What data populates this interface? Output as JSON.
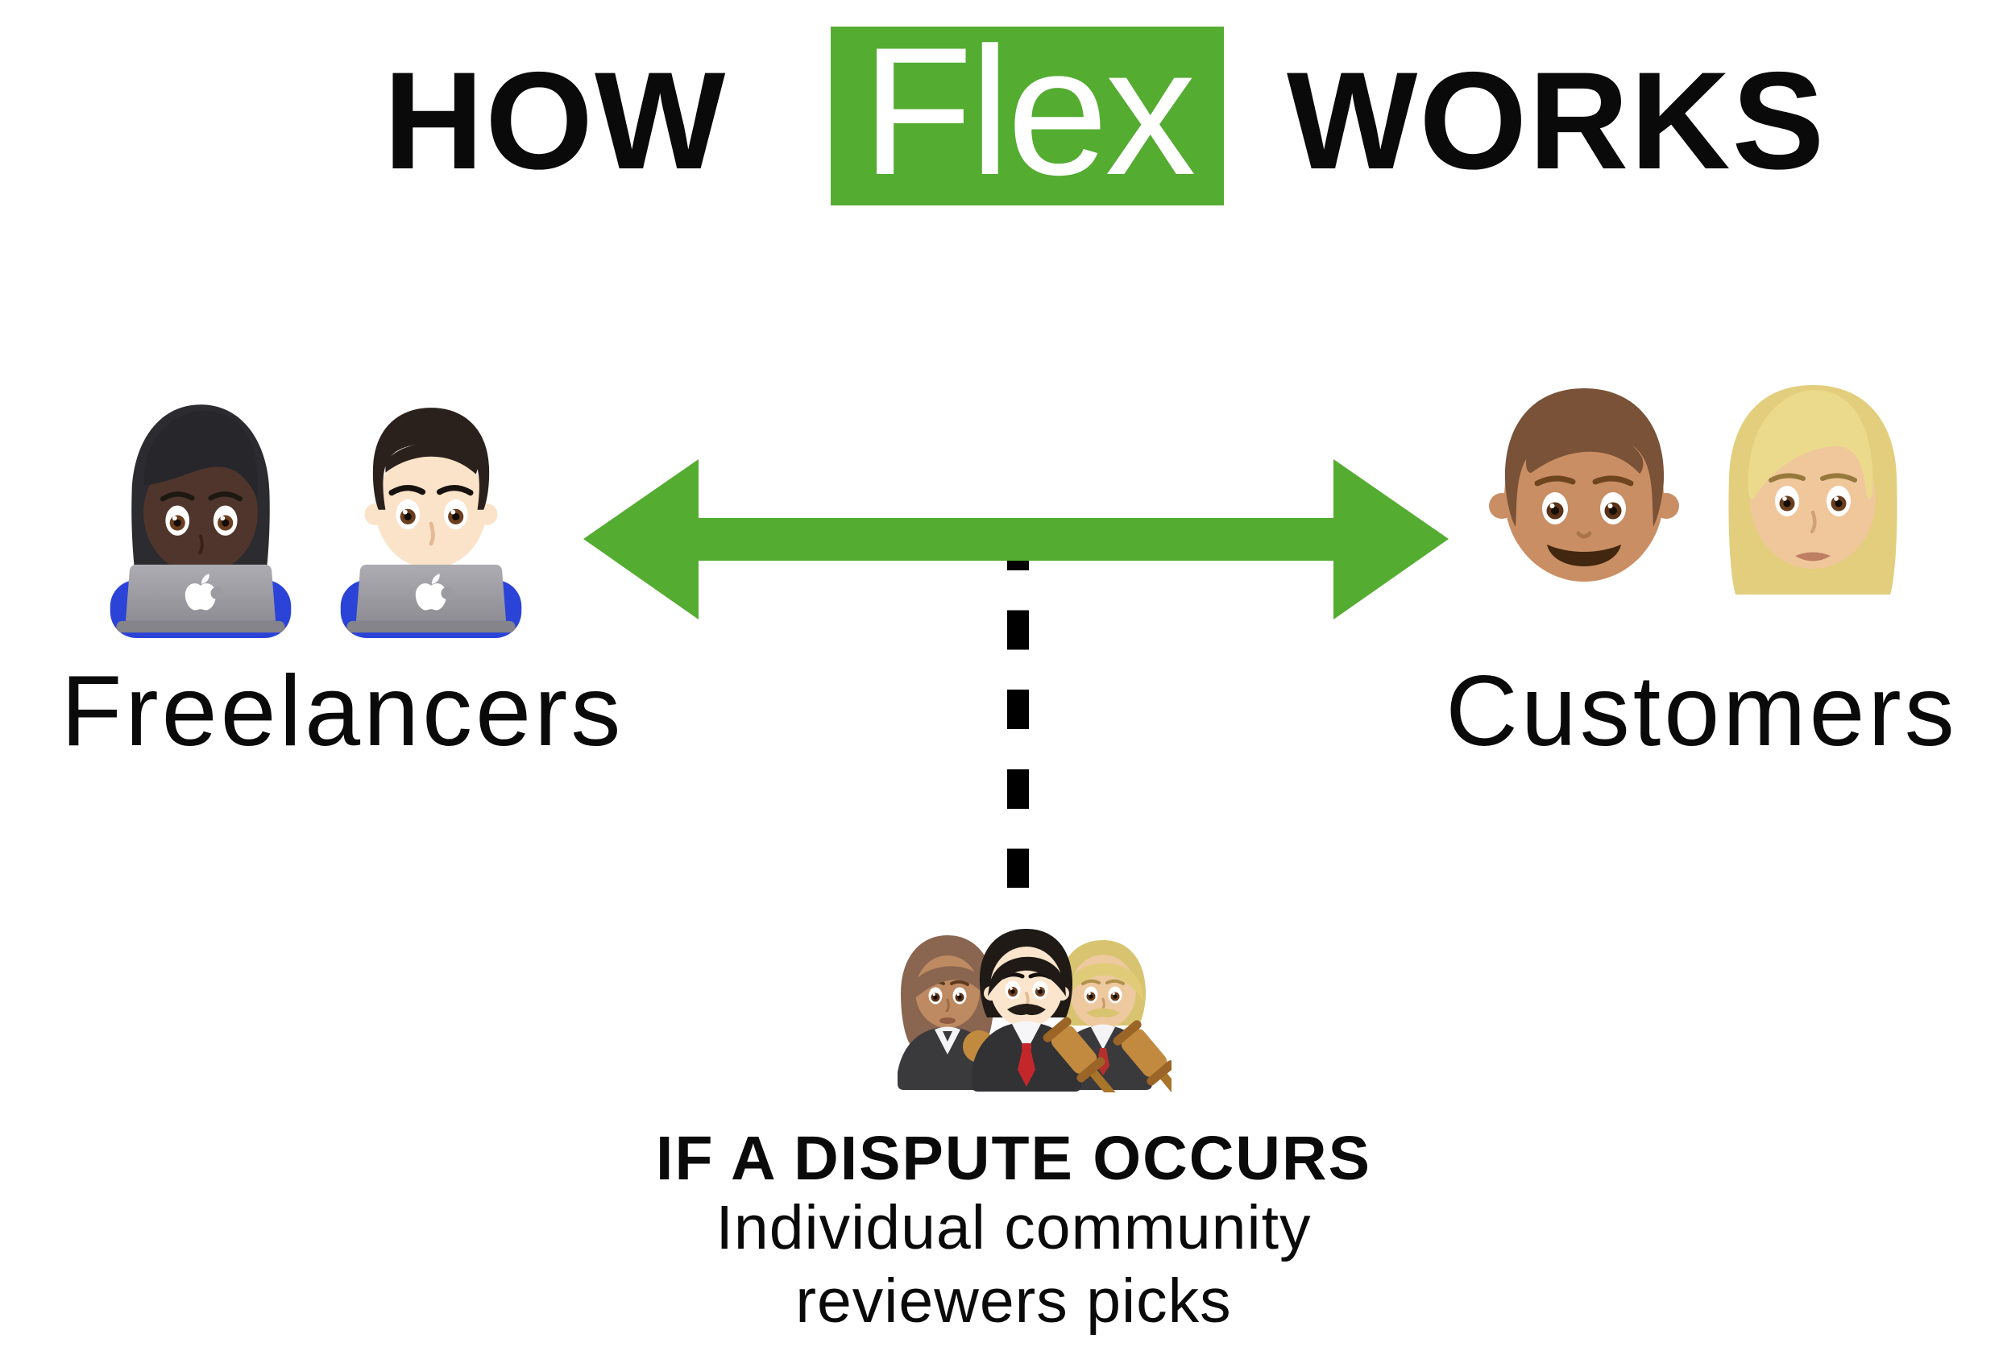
{
  "title": {
    "word_before": "HOW",
    "brand": "Flex",
    "word_after": "WORKS",
    "brand_bg_color": "#54AC31",
    "brand_text_color": "#FFFFFF",
    "text_color": "#0A0A0A"
  },
  "freelancers": {
    "label": "Freelancers",
    "emojis": [
      {
        "name": "woman-technologist-dark-skin-tone-emoji"
      },
      {
        "name": "man-technologist-light-skin-tone-emoji"
      }
    ]
  },
  "customers": {
    "label": "Customers",
    "emojis": [
      {
        "name": "boy-medium-skin-tone-emoji"
      },
      {
        "name": "woman-blond-hair-emoji"
      }
    ]
  },
  "connection": {
    "type": "double-headed-arrow",
    "arrow_color": "#54AC31",
    "dashed_line_color": "#000000"
  },
  "dispute": {
    "emoji_name": "three-judges-with-gavels-emoji-group",
    "heading": "IF A DISPUTE OCCURS",
    "subline1": "Individual community",
    "subline2": "reviewers picks"
  }
}
